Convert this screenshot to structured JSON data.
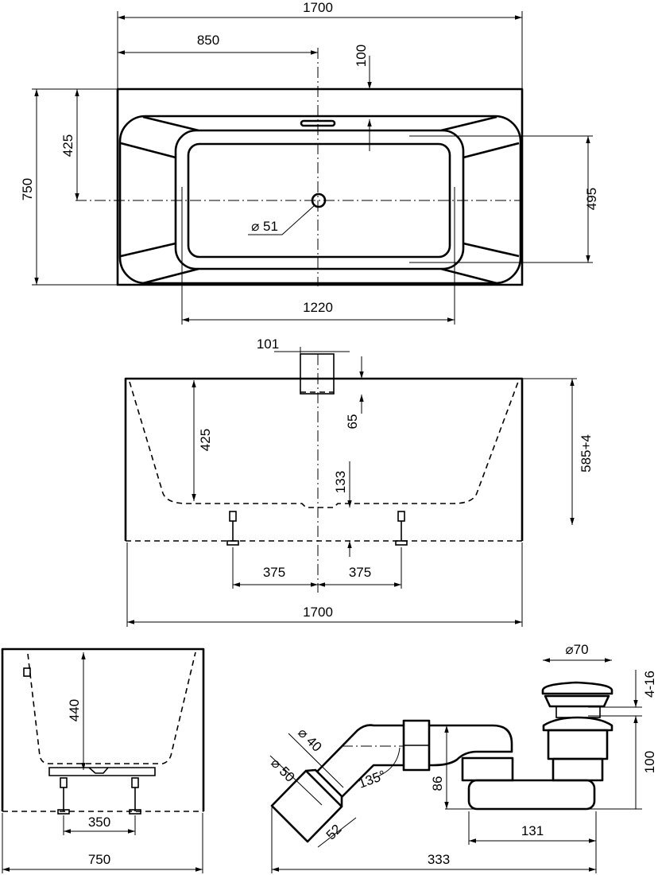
{
  "top_view": {
    "overall_length": "1700",
    "half_length": "850",
    "overflow_offset": "100",
    "drain_offset": "425",
    "overall_width": "750",
    "basin_width": "495",
    "drain_diameter": "⌀ 51",
    "basin_length": "1220"
  },
  "side_view": {
    "overflow_width": "101",
    "overflow_height": "65",
    "depth": "425",
    "drain_height": "133",
    "height": "585+4",
    "foot_left": "375",
    "foot_right": "375",
    "overall_length": "1700"
  },
  "end_view": {
    "depth": "440",
    "foot_spacing": "350",
    "overall_width": "750"
  },
  "siphon": {
    "plug_diameter": "⌀70",
    "plug_lift": "4-16",
    "drain_height": "100",
    "pipe_diameter_inner": "⌀ 40",
    "pipe_diameter_outer": "⌀ 50",
    "angle": "135°",
    "trap_height": "86",
    "outlet_length": "52",
    "trap_length": "131",
    "overall_length": "333"
  }
}
